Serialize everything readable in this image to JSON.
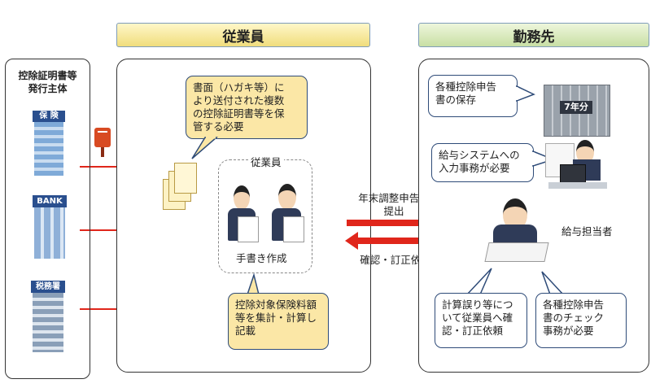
{
  "headers": {
    "employee": "従業員",
    "workplace": "勤務先"
  },
  "issuer": {
    "title_line1": "控除証明書等",
    "title_line2": "発行主体",
    "insurance_label": "保 険",
    "bank_label": "BANK",
    "tax_office_label": "税務署"
  },
  "employee": {
    "callout_top": [
      "書面（ハガキ等）に",
      "より送付された複数",
      "の控除証明書等を保",
      "管する必要"
    ],
    "group_label": "従業員",
    "handwrite_label": "手書き作成",
    "callout_bottom": [
      "控除対象保険料額",
      "等を集計・計算し",
      "記載"
    ]
  },
  "flows": {
    "submit": [
      "年末調整申告書",
      "提出"
    ],
    "confirm": "確認・訂正依頼"
  },
  "workplace": {
    "callout_storage": [
      "各種控除申告",
      "書の保存"
    ],
    "years_label": "7年分",
    "callout_input": [
      "給与システムへの",
      "入力事務が必要"
    ],
    "payroll_label": "給与担当者",
    "callout_errors": [
      "計算誤り等につ",
      "いて従業員へ確",
      "認・訂正依頼"
    ],
    "callout_check": [
      "各種控除申告",
      "書のチェック",
      "事務が必要"
    ]
  },
  "colors": {
    "arrow_red": "#e0261b",
    "callout_yellow": "#fbe7a6",
    "callout_border": "#2e4b78"
  }
}
